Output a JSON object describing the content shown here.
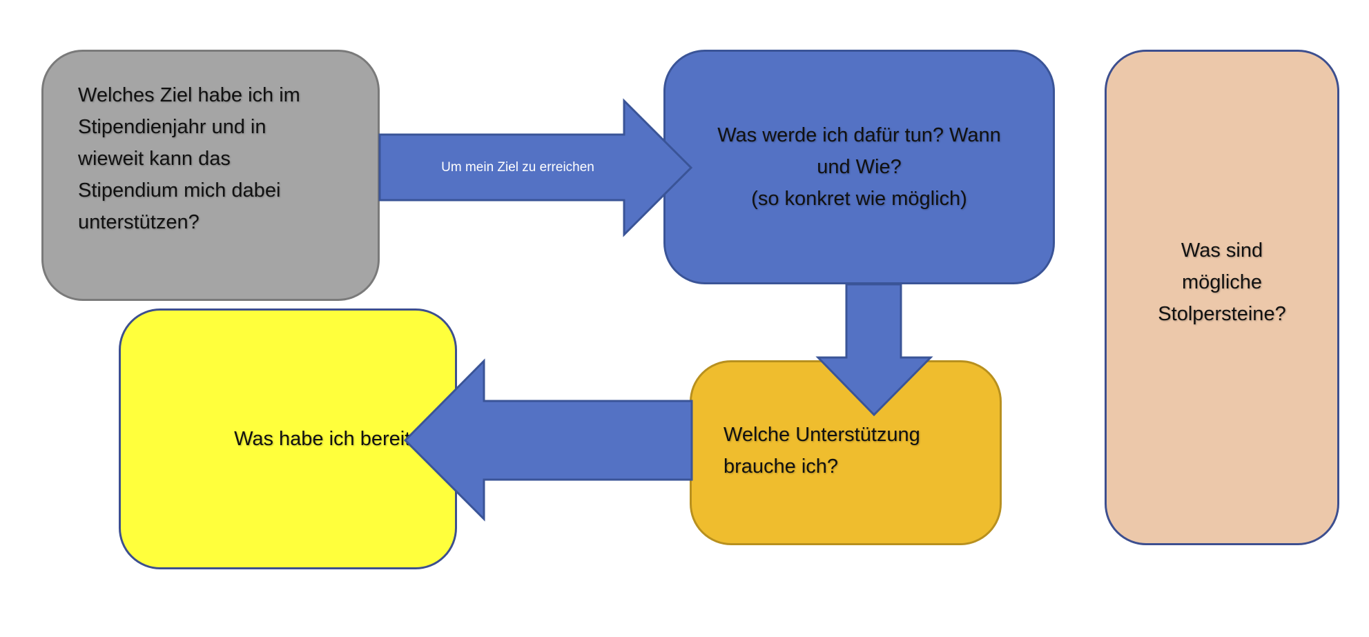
{
  "colors": {
    "arrow_fill": "#5472c4",
    "arrow_stroke": "#3a5497",
    "box_ziel_fill": "#a5a5a5",
    "box_ziel_border": "#7a7a7a",
    "box_tun_fill": "#5472c4",
    "box_tun_border": "#3a5497",
    "box_stolper_fill": "#ecc8aa",
    "box_stolper_border": "#3d4f8f",
    "box_bereits_fill": "#ffff3c",
    "box_bereits_border": "#3d4f8f",
    "box_unterstuetzung_fill": "#efbd2e",
    "box_unterstuetzung_border": "#b8901e"
  },
  "boxes": {
    "ziel": "Welches Ziel habe ich im\nStipendienjahr und in\nwieweit kann das\nStipendium mich dabei\nunterstützen?",
    "tun": "Was werde ich dafür tun? Wann\nund Wie?\n(so konkret wie möglich)",
    "stolpersteine": "Was sind\nmögliche\nStolpersteine?",
    "bereits": "Was habe ich bereits?",
    "unterstuetzung": "Welche Unterstützung\nbrauche ich?"
  },
  "arrows": {
    "ziel_to_tun_label": "Um mein Ziel zu erreichen"
  }
}
